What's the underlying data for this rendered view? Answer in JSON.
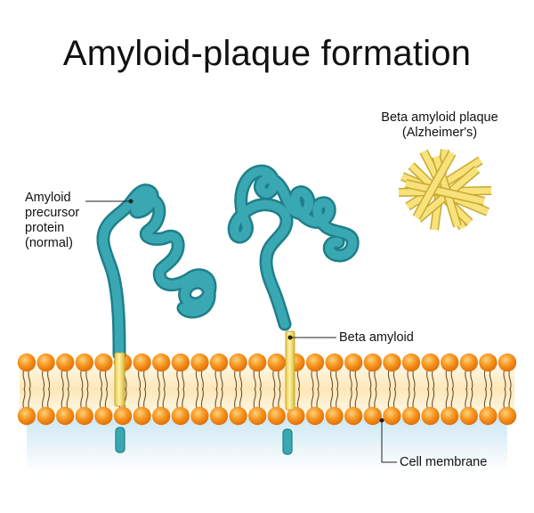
{
  "title": "Amyloid-plaque formation",
  "labels": {
    "app_line1": "Amyloid",
    "app_line2": "precursor",
    "app_line3": "protein",
    "app_line4": "(normal)",
    "plaque_line1": "Beta amyloid plaque",
    "plaque_line2": "(Alzheimer's)",
    "beta_amyloid": "Beta amyloid",
    "cell_membrane": "Cell membrane"
  },
  "colors": {
    "protein": "#3aa3ae",
    "protein_dark": "#1f7f8a",
    "amyloid": "#f3dc72",
    "amyloid_dark": "#c7a92e",
    "lipid_head": "#f28c1d",
    "lipid_head_light": "#ffbe55",
    "tail": "#7a5a3a",
    "cytoplasm": "#dff0f8"
  }
}
